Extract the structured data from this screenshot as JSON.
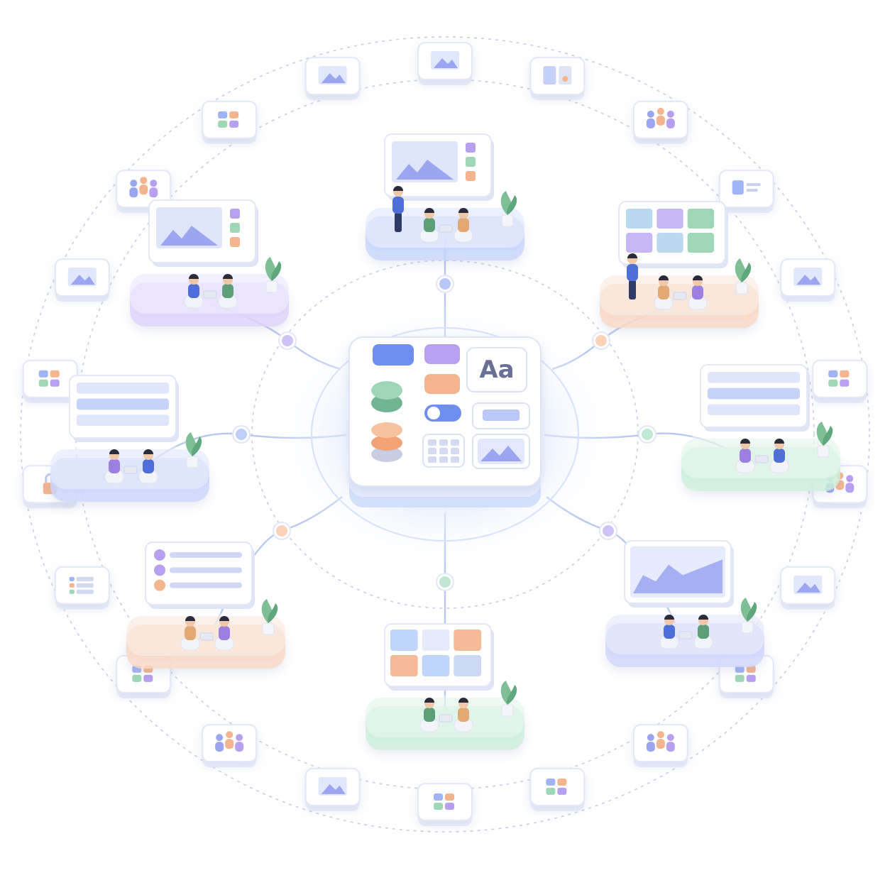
{
  "hub": {
    "label": "Aa",
    "component_icons": [
      "button-pill-icon",
      "color-stack-icon",
      "toggle-icon",
      "input-field-icon",
      "grid-icon",
      "image-icon",
      "typography-icon"
    ]
  },
  "stations": [
    {
      "id": "top",
      "color": "#c9d6fb",
      "screen": "image-landscape-icon",
      "people": 3
    },
    {
      "id": "top-right",
      "color": "#f8d9c6",
      "screen": "tile-grid-icon",
      "people": 3
    },
    {
      "id": "right",
      "color": "#cdeedc",
      "screen": "form-icon",
      "people": 2
    },
    {
      "id": "bottom-right",
      "color": "#d2d6fb",
      "screen": "area-chart-icon",
      "people": 2
    },
    {
      "id": "bottom",
      "color": "#cdeedc",
      "screen": "layout-grid-icon",
      "people": 2
    },
    {
      "id": "bottom-left",
      "color": "#f8d9c6",
      "screen": "list-icon",
      "people": 2
    },
    {
      "id": "left",
      "color": "#ccd7fb",
      "screen": "form-icon",
      "people": 2
    },
    {
      "id": "top-left",
      "color": "#ddd3fb",
      "screen": "image-landscape-icon",
      "people": 2
    }
  ],
  "outer_cards": [
    {
      "icon": "image-card-icon"
    },
    {
      "icon": "split-layout-icon"
    },
    {
      "icon": "users-group-icon"
    },
    {
      "icon": "profile-card-icon"
    },
    {
      "icon": "image-card-icon"
    },
    {
      "icon": "tile-grid-icon"
    },
    {
      "icon": "users-group-icon"
    },
    {
      "icon": "image-card-icon"
    },
    {
      "icon": "tile-grid-icon"
    },
    {
      "icon": "users-group-icon"
    },
    {
      "icon": "tile-grid-icon"
    },
    {
      "icon": "tile-grid-icon"
    },
    {
      "icon": "image-card-icon"
    },
    {
      "icon": "users-group-icon"
    },
    {
      "icon": "tile-grid-icon"
    },
    {
      "icon": "list-card-icon"
    },
    {
      "icon": "lock-icon"
    },
    {
      "icon": "tile-grid-icon"
    },
    {
      "icon": "image-card-icon"
    },
    {
      "icon": "users-group-icon"
    },
    {
      "icon": "tile-grid-icon"
    },
    {
      "icon": "image-card-icon"
    }
  ],
  "node_colors": [
    "#b7c8f8",
    "#fbd2b8",
    "#bfe7d2",
    "#cfc2f7",
    "#bfe7d2",
    "#fbd2b8",
    "#bcd0f8",
    "#cfc2f7"
  ],
  "palette": {
    "blue": "#6f8ff0",
    "purple": "#b8a0f0",
    "green": "#7fc6a0",
    "peach": "#f4b48e",
    "orange": "#f2a277",
    "line": "#b9c8ef",
    "dash": "#c6cfe6",
    "card": "#f7f8ff",
    "card_edge": "#e3e7f6",
    "screen": "#eef1fc"
  }
}
